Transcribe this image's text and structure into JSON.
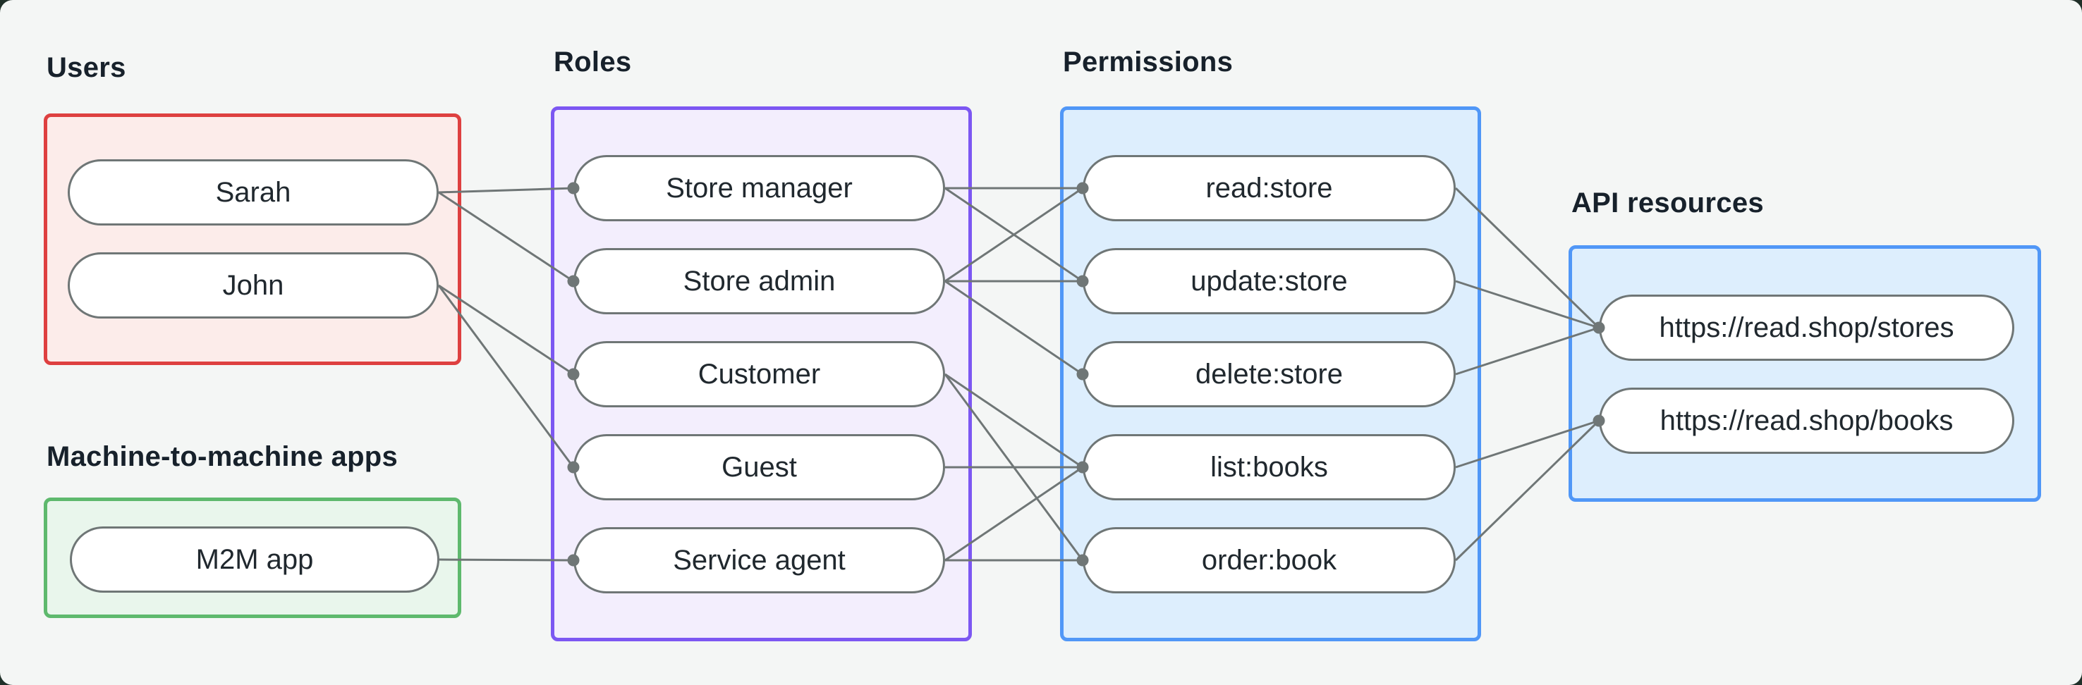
{
  "page": {
    "background_color": "#203029",
    "panel_color": "#f4f6f5"
  },
  "edge_style": {
    "line_color": "#6f7676",
    "dot_color": "#6f7676"
  },
  "sections": {
    "users": {
      "label": "Users",
      "border_color": "#de4040",
      "fill_color": "#fcecea",
      "nodes": [
        {
          "id": "sarah",
          "label": "Sarah"
        },
        {
          "id": "john",
          "label": "John"
        }
      ]
    },
    "m2m": {
      "label": "Machine-to-machine apps",
      "border_color": "#5eb96d",
      "fill_color": "#e9f6ec",
      "nodes": [
        {
          "id": "m2m_app",
          "label": "M2M app"
        }
      ]
    },
    "roles": {
      "label": "Roles",
      "border_color": "#7c57f2",
      "fill_color": "#f3eefd",
      "nodes": [
        {
          "id": "store_manager",
          "label": "Store manager"
        },
        {
          "id": "store_admin",
          "label": "Store admin"
        },
        {
          "id": "customer",
          "label": "Customer"
        },
        {
          "id": "guest",
          "label": "Guest"
        },
        {
          "id": "service_agent",
          "label": "Service agent"
        }
      ]
    },
    "permissions": {
      "label": "Permissions",
      "border_color": "#5097f7",
      "fill_color": "#ddeefd",
      "nodes": [
        {
          "id": "read_store",
          "label": "read:store"
        },
        {
          "id": "update_store",
          "label": "update:store"
        },
        {
          "id": "delete_store",
          "label": "delete:store"
        },
        {
          "id": "list_books",
          "label": "list:books"
        },
        {
          "id": "order_book",
          "label": "order:book"
        }
      ]
    },
    "api_resources": {
      "label": "API resources",
      "border_color": "#5097f7",
      "fill_color": "#ddeefd",
      "nodes": [
        {
          "id": "stores",
          "label": "https://read.shop/stores"
        },
        {
          "id": "books",
          "label": "https://read.shop/books"
        }
      ]
    }
  },
  "edges": [
    {
      "from": "sarah",
      "to": "store_manager"
    },
    {
      "from": "sarah",
      "to": "store_admin"
    },
    {
      "from": "john",
      "to": "customer"
    },
    {
      "from": "john",
      "to": "guest"
    },
    {
      "from": "m2m_app",
      "to": "service_agent"
    },
    {
      "from": "store_manager",
      "to": "read_store"
    },
    {
      "from": "store_manager",
      "to": "update_store"
    },
    {
      "from": "store_admin",
      "to": "read_store"
    },
    {
      "from": "store_admin",
      "to": "update_store"
    },
    {
      "from": "store_admin",
      "to": "delete_store"
    },
    {
      "from": "customer",
      "to": "list_books"
    },
    {
      "from": "customer",
      "to": "order_book"
    },
    {
      "from": "guest",
      "to": "list_books"
    },
    {
      "from": "service_agent",
      "to": "list_books"
    },
    {
      "from": "service_agent",
      "to": "order_book"
    },
    {
      "from": "read_store",
      "to": "stores"
    },
    {
      "from": "update_store",
      "to": "stores"
    },
    {
      "from": "delete_store",
      "to": "stores"
    },
    {
      "from": "list_books",
      "to": "books"
    },
    {
      "from": "order_book",
      "to": "books"
    }
  ]
}
